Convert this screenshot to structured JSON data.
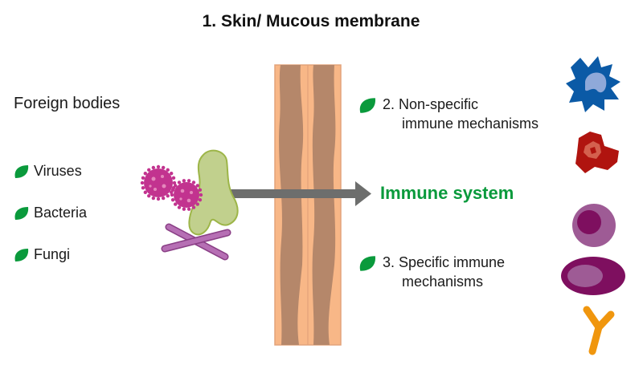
{
  "title": "1. Skin/ Mucous membrane",
  "foreign_bodies": {
    "heading": "Foreign bodies",
    "items": [
      {
        "label": "Viruses",
        "icon": "leaf-bullet-icon"
      },
      {
        "label": "Bacteria",
        "icon": "leaf-bullet-icon"
      },
      {
        "label": "Fungi",
        "icon": "leaf-bullet-icon"
      }
    ]
  },
  "mechanisms": [
    {
      "line1": "2. Non-specific",
      "line2": "immune mechanisms",
      "icon": "leaf-bullet-icon"
    },
    {
      "line1": "3. Specific immune",
      "line2": "mechanisms",
      "icon": "leaf-bullet-icon"
    }
  ],
  "target_label": "Immune system",
  "barrier_label": "skin-barrier",
  "colors": {
    "accent_green": "#0a9a3c",
    "arrow_gray": "#6d6e6d",
    "skin_light": "#f8b787",
    "skin_dark": "#b5876a",
    "virus_magenta": "#c2338f",
    "bacteria_green": "#c1d08d",
    "fungi_purple": "#b66fb4",
    "macrophage_blue": "#0b5aa6",
    "granulocyte_red": "#b0140f",
    "lymphocyte_purple": "#9e5b95",
    "plasma_purple": "#7e0f5f",
    "antibody_orange": "#f0960e"
  }
}
